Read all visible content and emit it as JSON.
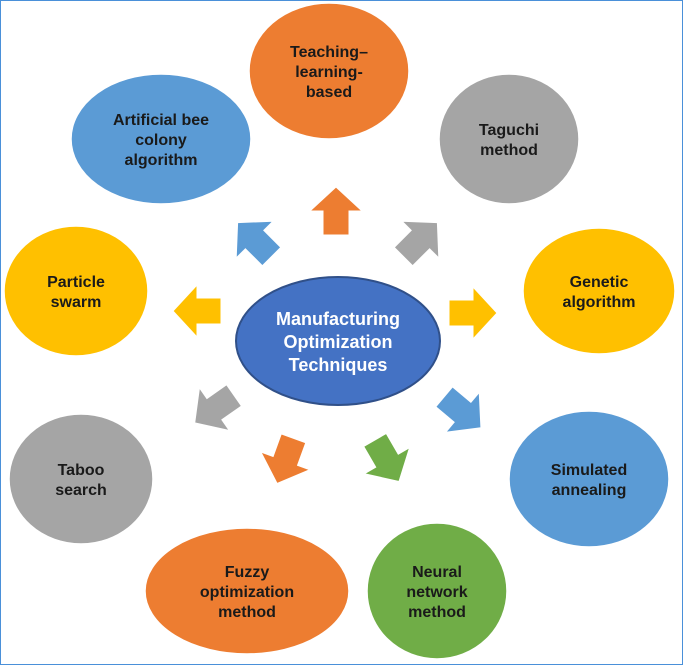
{
  "center": {
    "lines": [
      "Manufacturing",
      "Optimization",
      "Techniques"
    ],
    "color": "#4472c4"
  },
  "nodes": [
    {
      "id": "teaching-learning-based",
      "lines": [
        "Teaching–",
        "learning-",
        "based"
      ],
      "color": "#ed7d31"
    },
    {
      "id": "taguchi-method",
      "lines": [
        "Taguchi",
        "method"
      ],
      "color": "#a5a5a5"
    },
    {
      "id": "genetic-algorithm",
      "lines": [
        "Genetic",
        "algorithm"
      ],
      "color": "#ffc000"
    },
    {
      "id": "simulated-annealing",
      "lines": [
        "Simulated",
        "annealing"
      ],
      "color": "#5b9bd5"
    },
    {
      "id": "neural-network-method",
      "lines": [
        "Neural",
        "network",
        "method"
      ],
      "color": "#70ad47"
    },
    {
      "id": "fuzzy-optimization-method",
      "lines": [
        "Fuzzy",
        "optimization",
        "method"
      ],
      "color": "#ed7d31"
    },
    {
      "id": "taboo-search",
      "lines": [
        "Taboo",
        "search"
      ],
      "color": "#a5a5a5"
    },
    {
      "id": "particle-swarm",
      "lines": [
        "Particle",
        "swarm"
      ],
      "color": "#ffc000"
    },
    {
      "id": "artificial-bee-colony-algorithm",
      "lines": [
        "Artificial bee",
        "colony",
        "algorithm"
      ],
      "color": "#5b9bd5"
    }
  ],
  "arrows": [
    {
      "target": "teaching-learning-based",
      "color": "#ed7d31"
    },
    {
      "target": "taguchi-method",
      "color": "#a5a5a5"
    },
    {
      "target": "genetic-algorithm",
      "color": "#ffc000"
    },
    {
      "target": "simulated-annealing",
      "color": "#5b9bd5"
    },
    {
      "target": "neural-network-method",
      "color": "#70ad47"
    },
    {
      "target": "fuzzy-optimization-method",
      "color": "#ed7d31"
    },
    {
      "target": "taboo-search",
      "color": "#a5a5a5"
    },
    {
      "target": "particle-swarm",
      "color": "#ffc000"
    },
    {
      "target": "artificial-bee-colony-algorithm",
      "color": "#5b9bd5"
    }
  ]
}
